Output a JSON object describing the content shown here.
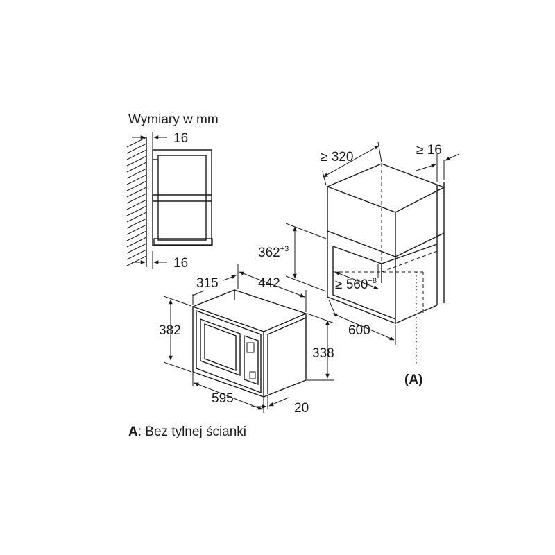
{
  "labels": {
    "units_title": "Wymiary w mm",
    "footnote_key": "A",
    "footnote_text": ": Bez tylnej ścianki",
    "marker_a": "(A)"
  },
  "dimensions": {
    "side_top_gap": "16",
    "side_bottom_gap": "16",
    "appliance_depth": "315",
    "appliance_inner_depth": "442",
    "appliance_height": "382",
    "appliance_body_height": "338",
    "appliance_width": "595",
    "front_offset": "20",
    "niche_depth": "≥ 320",
    "niche_side_gap": "≥ 16",
    "niche_height": "362",
    "niche_height_tol": "+3",
    "niche_width": "≥ 560",
    "niche_width_tol": "+8",
    "cabinet_depth": "600"
  }
}
